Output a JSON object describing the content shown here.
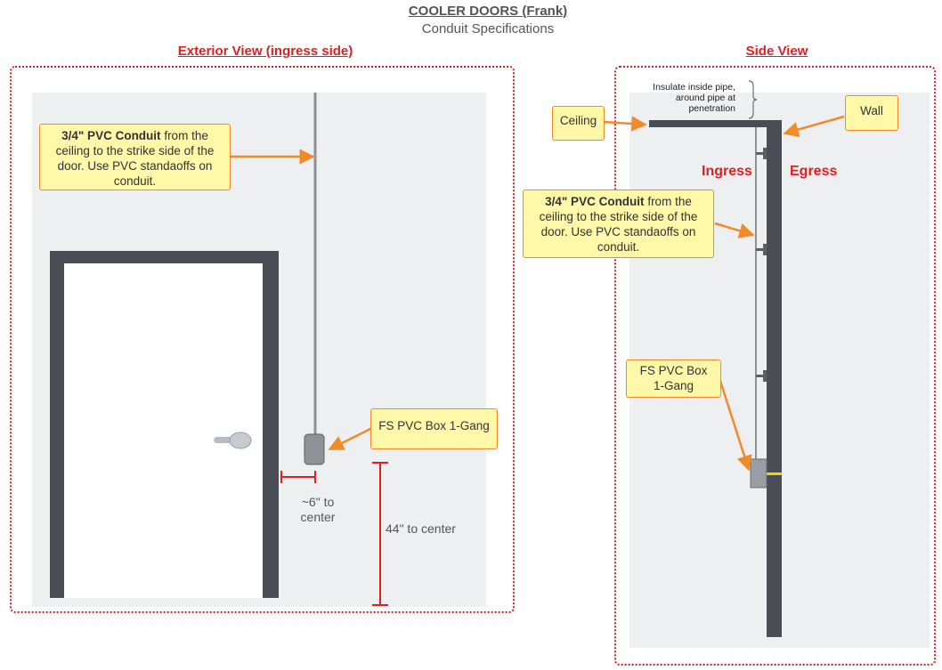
{
  "header": {
    "title": "COOLER DOORS (Frank)",
    "subtitle": "Conduit Specifications"
  },
  "exterior_view": {
    "title": "Exterior View (ingress side)",
    "conduit_callout": {
      "bold": "3/4\" PVC Conduit",
      "rest": " from  the ceiling to the strike side of the door.  Use PVC standaoffs on conduit."
    },
    "box_callout": "FS PVC Box 1-Gang",
    "offset_label_line1": "~6\" to",
    "offset_label_line2": "center",
    "height_label": "44\" to center"
  },
  "side_view": {
    "title": "Side View",
    "ceiling_callout": "Ceiling",
    "wall_callout": "Wall",
    "insulate_note_line1": "Insulate inside pipe,",
    "insulate_note_line2": "around pipe at",
    "insulate_note_line3": "penetration",
    "ingress_label": "Ingress",
    "egress_label": "Egress",
    "conduit_callout": {
      "bold": "3/4\" PVC Conduit",
      "rest": " from  the ceiling to the strike side of the door.  Use PVC standaoffs on conduit."
    },
    "box_callout_line1": "FS PVC Box",
    "box_callout_line2": "1-Gang"
  },
  "colors": {
    "accent_red": "#e02020",
    "arrow_orange": "#f08a2a",
    "callout_yellow": "#fef8a8",
    "frame_dark": "#4a4d55",
    "background_gray": "#eeeff1"
  }
}
